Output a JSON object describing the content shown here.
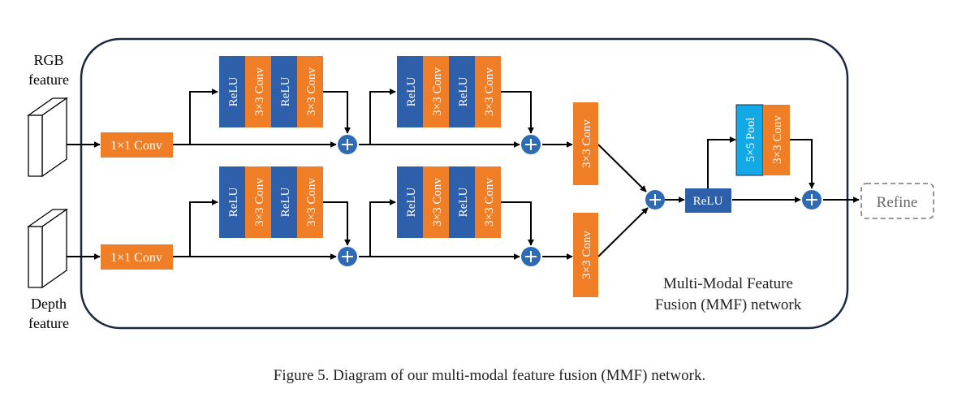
{
  "colors": {
    "blue": "#2E5FAB",
    "orange": "#F07E26",
    "cyan": "#12A9E6",
    "plus": "#2F6BB5",
    "outline": "#1B2845",
    "line": "#000000",
    "refine_text": "#666666",
    "refine_border": "#8A8A8A"
  },
  "inputs": {
    "rgb_label_line1": "RGB",
    "rgb_label_line2": "feature",
    "depth_label_line1": "Depth",
    "depth_label_line2": "feature"
  },
  "blocks": {
    "conv1x1": "1×1 Conv",
    "relu": "ReLU",
    "conv3x3": "3×3 Conv",
    "pool5x5": "5×5 Pool"
  },
  "output": {
    "refine": "Refine"
  },
  "network_label": {
    "line1": "Multi-Modal Feature",
    "line2": "Fusion (MMF) network"
  },
  "caption": "Figure 5. Diagram of our multi-modal feature fusion (MMF) network."
}
